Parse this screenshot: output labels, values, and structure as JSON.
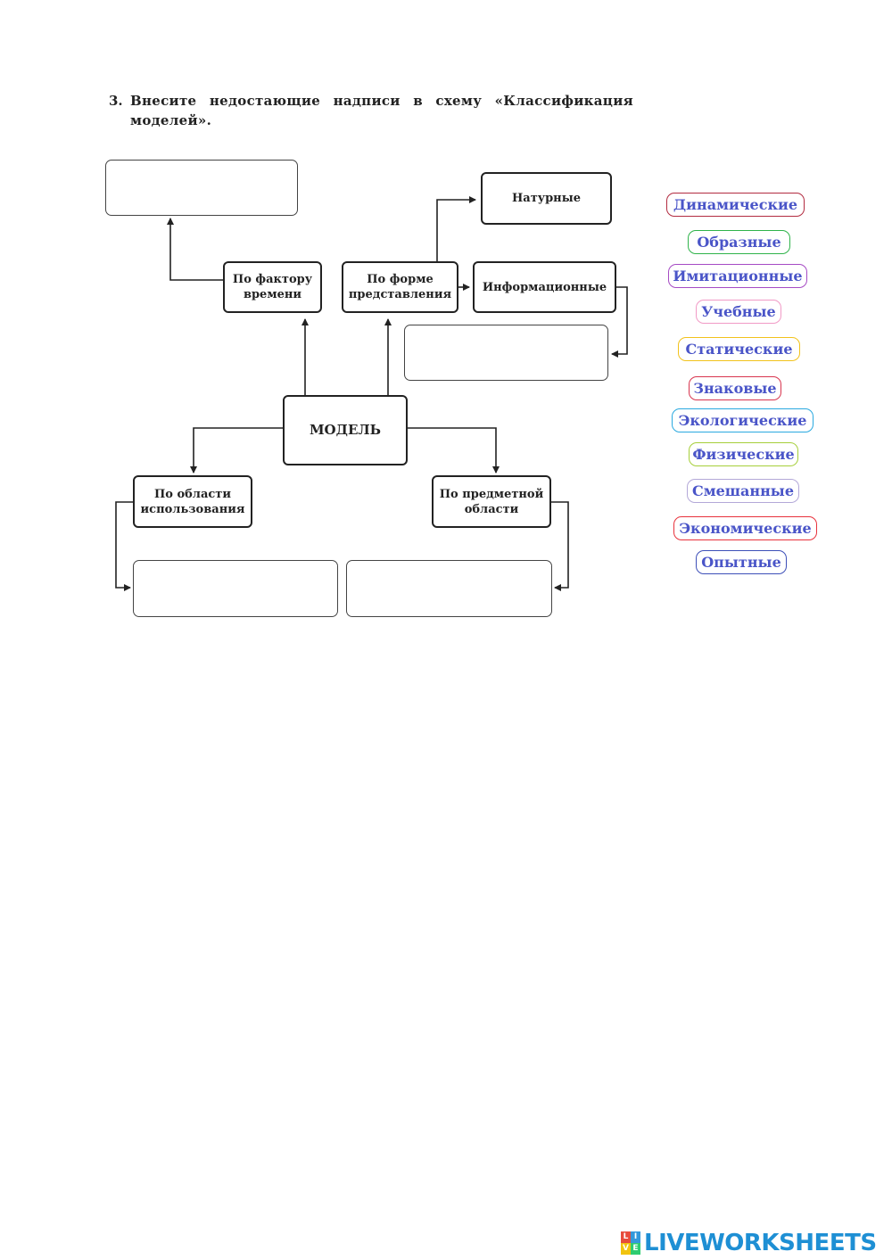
{
  "task": {
    "number": "3.",
    "text": "Внесите недостающие надписи в схему «Классификация моделей»."
  },
  "diagram": {
    "center": "МОДЕЛЬ",
    "time_factor": "По фактору времени",
    "representation": "По форме представления",
    "natural": "Натурные",
    "informational": "Информационные",
    "usage_area": "По области использования",
    "subject_area": "По предметной области"
  },
  "answer_chips": [
    {
      "label": "Динамические",
      "border": "#b22b40"
    },
    {
      "label": "Образные",
      "border": "#2fb34a"
    },
    {
      "label": "Имитационные",
      "border": "#a64bc4"
    },
    {
      "label": "Учебные",
      "border": "#f19ac6"
    },
    {
      "label": "Статические",
      "border": "#f2c21b"
    },
    {
      "label": "Знаковые",
      "border": "#d8344e"
    },
    {
      "label": "Экологические",
      "border": "#2aa9e0"
    },
    {
      "label": "Физические",
      "border": "#a6cf3a"
    },
    {
      "label": "Смешанные",
      "border": "#b3a8d8"
    },
    {
      "label": "Экономические",
      "border": "#e8323c"
    },
    {
      "label": "Опытные",
      "border": "#3d4fb8"
    }
  ],
  "footer": {
    "brand": "LIVEWORKSHEETS",
    "logo_letters": [
      "L",
      "I",
      "V",
      "E"
    ]
  }
}
